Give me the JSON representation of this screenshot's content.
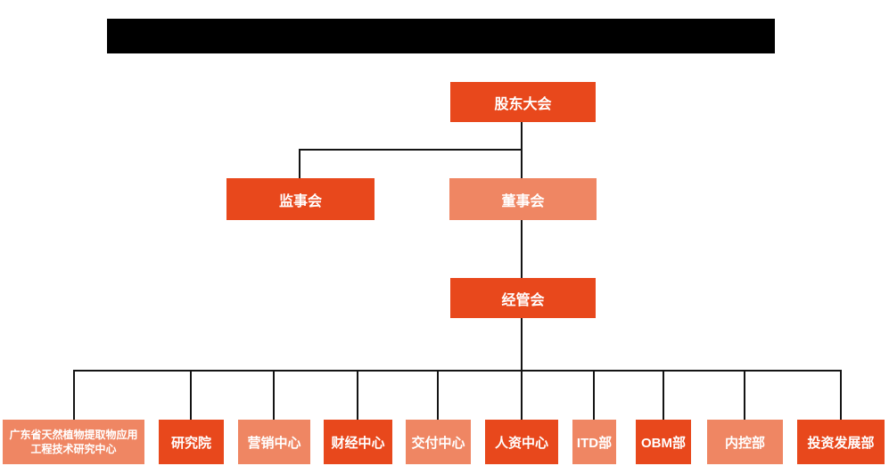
{
  "title_bar": {
    "text": ""
  },
  "colors": {
    "box_dark": "#E8481C",
    "box_light": "#EF8663",
    "connector": "#141414",
    "background": "#FFFFFF",
    "box_text": "#FFFFFF",
    "redacted_bar": "#000000"
  },
  "org": {
    "root": {
      "label": "股东大会"
    },
    "supervisory": {
      "label": "监事会"
    },
    "board": {
      "label": "董事会"
    },
    "management": {
      "label": "经管会"
    },
    "departments": [
      {
        "label": "广东省天然植物提取物应用工程技术研究中心"
      },
      {
        "label": "研究院"
      },
      {
        "label": "营销中心"
      },
      {
        "label": "财经中心"
      },
      {
        "label": "交付中心"
      },
      {
        "label": "人资中心"
      },
      {
        "label": "ITD部"
      },
      {
        "label": "OBM部"
      },
      {
        "label": "内控部"
      },
      {
        "label": "投资发展部"
      }
    ]
  }
}
